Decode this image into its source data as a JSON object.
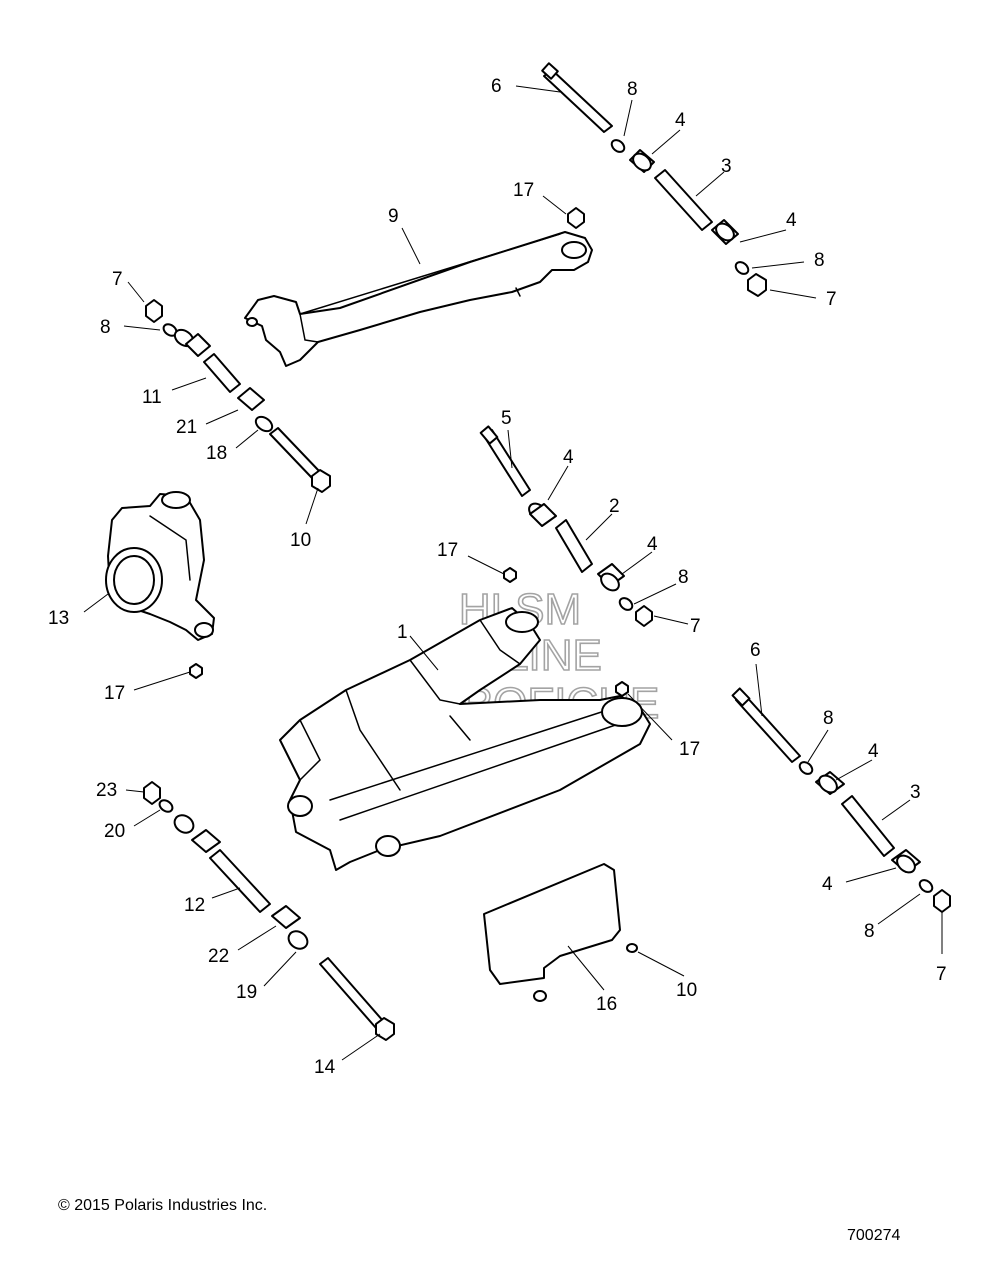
{
  "callouts": [
    {
      "id": "c6a",
      "label": "6"
    },
    {
      "id": "c8a",
      "label": "8"
    },
    {
      "id": "c4a",
      "label": "4"
    },
    {
      "id": "c3a",
      "label": "3"
    },
    {
      "id": "c17a",
      "label": "17"
    },
    {
      "id": "c9",
      "label": "9"
    },
    {
      "id": "c4b",
      "label": "4"
    },
    {
      "id": "c8b",
      "label": "8"
    },
    {
      "id": "c7a",
      "label": "7"
    },
    {
      "id": "c7b",
      "label": "7"
    },
    {
      "id": "c8c",
      "label": "8"
    },
    {
      "id": "c11",
      "label": "11"
    },
    {
      "id": "c21",
      "label": "21"
    },
    {
      "id": "c18",
      "label": "18"
    },
    {
      "id": "c10a",
      "label": "10"
    },
    {
      "id": "c5",
      "label": "5"
    },
    {
      "id": "c4c",
      "label": "4"
    },
    {
      "id": "c2",
      "label": "2"
    },
    {
      "id": "c4d",
      "label": "4"
    },
    {
      "id": "c17b",
      "label": "17"
    },
    {
      "id": "c8d",
      "label": "8"
    },
    {
      "id": "c7c",
      "label": "7"
    },
    {
      "id": "c13",
      "label": "13"
    },
    {
      "id": "c1",
      "label": "1"
    },
    {
      "id": "c17c",
      "label": "17"
    },
    {
      "id": "c6b",
      "label": "6"
    },
    {
      "id": "c8e",
      "label": "8"
    },
    {
      "id": "c17d",
      "label": "17"
    },
    {
      "id": "c4e",
      "label": "4"
    },
    {
      "id": "c3b",
      "label": "3"
    },
    {
      "id": "c23",
      "label": "23"
    },
    {
      "id": "c20",
      "label": "20"
    },
    {
      "id": "c4f",
      "label": "4"
    },
    {
      "id": "c12",
      "label": "12"
    },
    {
      "id": "c8f",
      "label": "8"
    },
    {
      "id": "c7d",
      "label": "7"
    },
    {
      "id": "c22",
      "label": "22"
    },
    {
      "id": "c19",
      "label": "19"
    },
    {
      "id": "c10b",
      "label": "10"
    },
    {
      "id": "c16",
      "label": "16"
    },
    {
      "id": "c14",
      "label": "14"
    }
  ],
  "watermark": [
    "HLSM",
    "ONLINE",
    "MICROFICHE"
  ],
  "copyright": "© 2015 Polaris Industries Inc.",
  "figure_id": "700274"
}
